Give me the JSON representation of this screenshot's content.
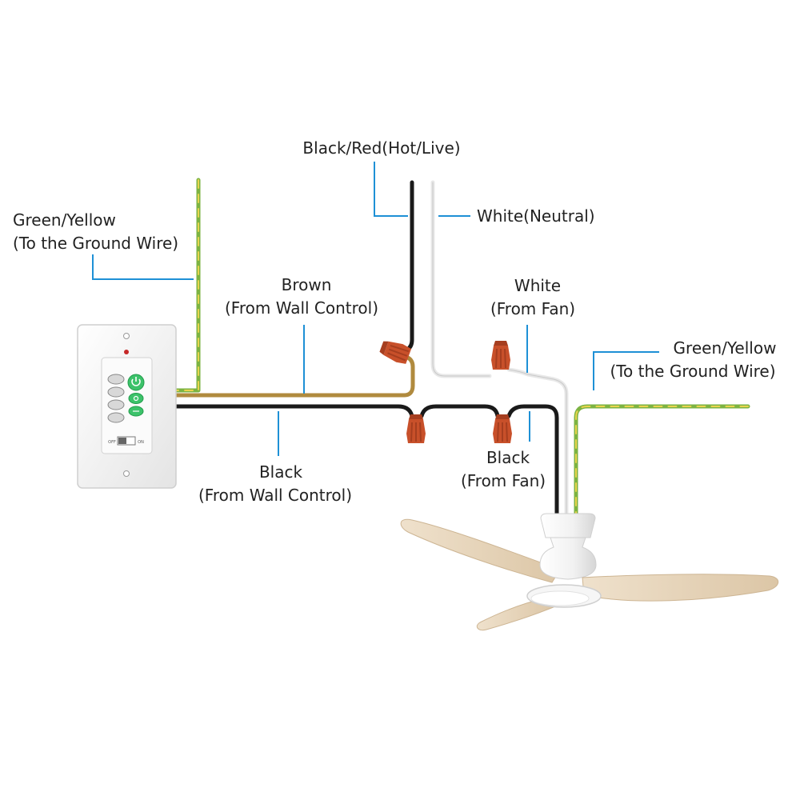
{
  "labels": {
    "hot": "Black/Red(Hot/Live)",
    "neutral": "White(Neutral)",
    "ground_left_1": "Green/Yellow",
    "ground_left_2": "(To the Ground Wire)",
    "brown_1": "Brown",
    "brown_2": "(From Wall Control)",
    "white_fan_1": "White",
    "white_fan_2": "(From Fan)",
    "ground_right_1": "Green/Yellow",
    "ground_right_2": "(To the Ground Wire)",
    "black_wall_1": "Black",
    "black_wall_2": "(From Wall Control)",
    "black_fan_1": "Black",
    "black_fan_2": "(From Fan)"
  },
  "wall_control": {
    "switch_off": "OFF",
    "switch_on": "ON"
  },
  "colors": {
    "black_wire": "#1a1a1a",
    "white_wire": "#e8e8e8",
    "brown_wire": "#b08a3e",
    "green_wire": "#7cb342",
    "yellow_wire": "#e8d44d",
    "wire_nut": "#c8502a",
    "leader": "#1e90d6",
    "button_green": "#3cc26a",
    "blade_wood": "#e5d2b8"
  },
  "icons": [
    "wire-nut-icon",
    "fan-icon",
    "wall-control-icon",
    "power-icon",
    "light-icon",
    "reverse-icon"
  ]
}
